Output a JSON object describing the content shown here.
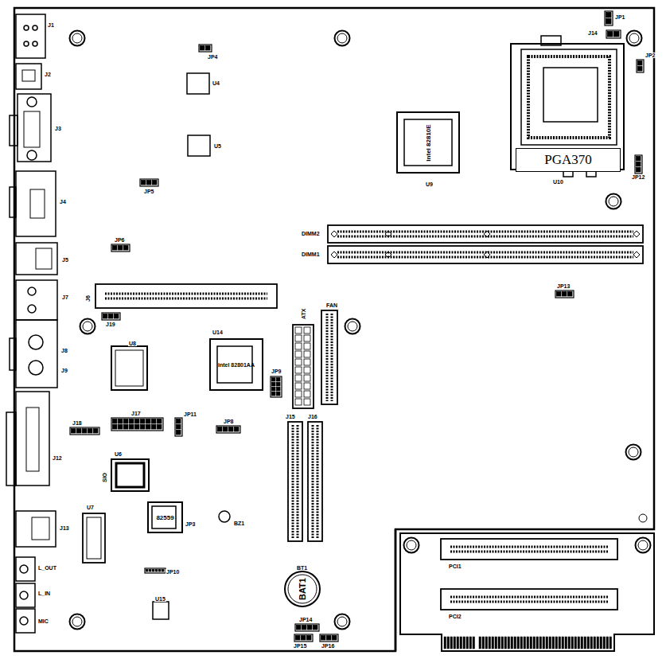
{
  "diagram": {
    "nodes": [
      {
        "text": [
          "PGA370"
        ]
      },
      {
        "text": [
          "Intel 82810E"
        ]
      },
      {
        "text": [
          "intel 82801AA"
        ]
      },
      {
        "text": [
          "82559"
        ]
      },
      {
        "text": [
          "BAT1"
        ]
      }
    ],
    "labels": [
      "J1",
      "J2",
      "J3",
      "J4",
      "J5",
      "J7",
      "J8",
      "J9",
      "J12",
      "J13",
      "L_OUT",
      "L_IN",
      "MIC",
      "JP1",
      "J14",
      "JP2",
      "U10",
      "JP12",
      "U9",
      "DIMM2",
      "DIMM1",
      "JP4",
      "U4",
      "U5",
      "JP5",
      "JP6",
      "J6",
      "J19",
      "U8",
      "U14",
      "ATX",
      "FAN",
      "JP9",
      "J17",
      "JP11",
      "J18",
      "JP8",
      "J15",
      "J16",
      "U6",
      "SIO",
      "U7",
      "JP3",
      "BZ1",
      "JP10",
      "U15",
      "BT1",
      "JP14",
      "JP15",
      "JP16",
      "PCI1",
      "PCI2",
      "JP13"
    ]
  }
}
